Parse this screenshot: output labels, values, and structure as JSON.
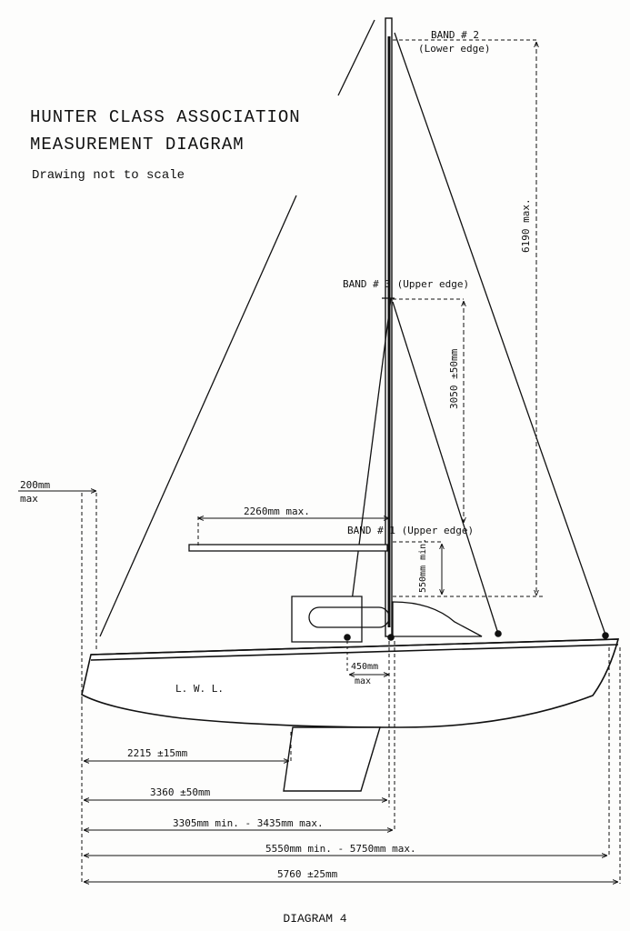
{
  "title_line1": "HUNTER CLASS ASSOCIATION",
  "title_line2": "MEASUREMENT DIAGRAM",
  "subtitle": "Drawing not to scale",
  "caption": "DIAGRAM 4",
  "bands": {
    "band2": "BAND # 2",
    "band2_sub": "(Lower edge)",
    "band3": "BAND # 3 (Upper edge)",
    "band1": "BAND # 1 (Upper edge)"
  },
  "dimensions": {
    "mast_height": "6190 max.",
    "band_spacing": "3050 ±50mm",
    "boom_length": "2260mm max.",
    "band1_height": "550mm min.",
    "overhang_top": "200mm",
    "overhang_bottom": "max",
    "chainplate_top": "450mm",
    "chainplate_bottom": "max",
    "keel_position": "2215 ±15mm",
    "mast_position": "3360 ±50mm",
    "mast_range": "3305mm min. - 3435mm max.",
    "lwl_range": "5550mm min. - 5750mm max.",
    "overall_length": "5760 ±25mm"
  },
  "lwl_label": "L. W. L."
}
